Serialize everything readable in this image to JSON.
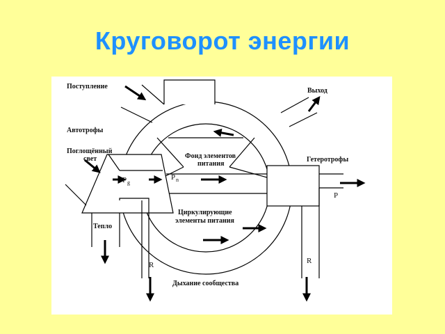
{
  "slide": {
    "title": "Круговорот энергии",
    "title_color": "#1E90FF",
    "background_color": "#FFFF99"
  },
  "diagram": {
    "labels": {
      "inflow": "Поступление",
      "outflow": "Выход",
      "autotrophs": "Автотрофы",
      "absorbed_light_1": "Поглощённый",
      "absorbed_light_2": "свет",
      "nutrient_pool_1": "Фонд элементов",
      "nutrient_pool_2": "питания",
      "heterotrophs": "Гетеротрофы",
      "heat": "Тепло",
      "circulating_1": "Циркулирующие",
      "circulating_2": "элементы питания",
      "community_respiration": "Дыхание сообщества"
    },
    "symbols": {
      "pg": "P",
      "pg_sub": "g",
      "pn": "P",
      "pn_sub": "n",
      "p": "P",
      "r_autotrophs": "R",
      "r_heterotrophs": "R"
    }
  }
}
